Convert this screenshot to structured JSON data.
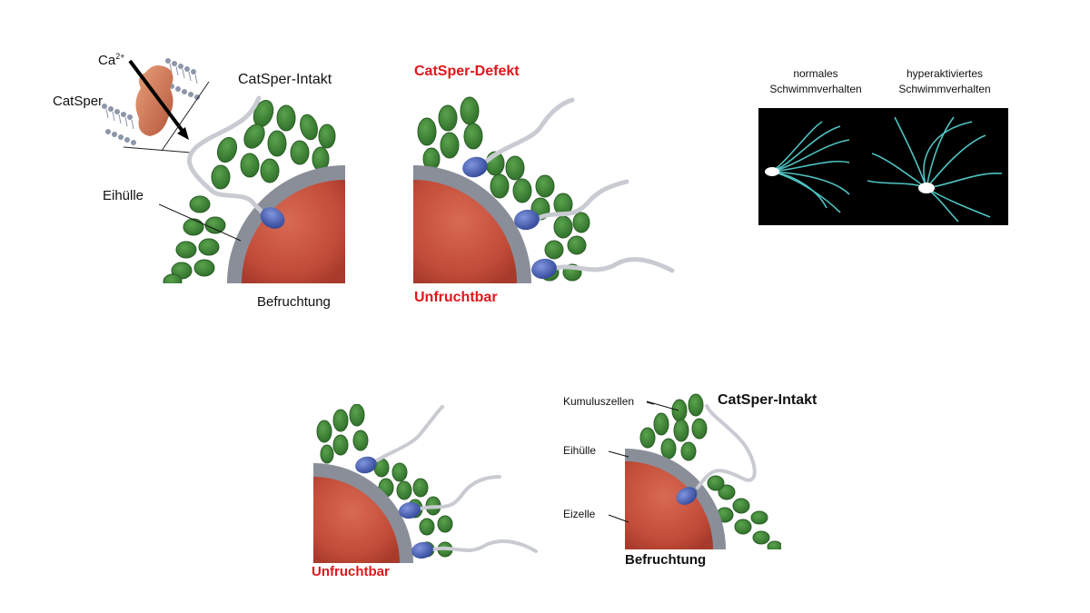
{
  "top": {
    "channel": {
      "ion_label": "Ca",
      "ion_charge": "2+",
      "protein_label": "CatSper"
    },
    "intact": {
      "title": "CatSper-Intakt",
      "zona_label": "Eihülle",
      "outcome": "Befruchtung"
    },
    "defect": {
      "title": "CatSper-Defekt",
      "outcome": "Unfruchtbar"
    },
    "swimming": {
      "normal_label_line1": "normales",
      "normal_label_line2": "Schwimmverhalten",
      "hyper_label_line1": "hyperaktiviertes",
      "hyper_label_line2": "Schwimmverhalten"
    }
  },
  "bottom": {
    "defect": {
      "outcome": "Unfruchtbar"
    },
    "intact": {
      "title": "CatSper-Intakt",
      "cumulus_label": "Kumuluszellen",
      "zona_label": "Eihülle",
      "egg_label": "Eizelle",
      "outcome": "Befruchtung"
    }
  },
  "colors": {
    "egg": "#c9533f",
    "zona": "#8a8e99",
    "cumulus": "#3f8a37",
    "sperm_head": "#4a63b5",
    "defect_text": "#e0161b",
    "catsper_protein": "#d97a55"
  }
}
